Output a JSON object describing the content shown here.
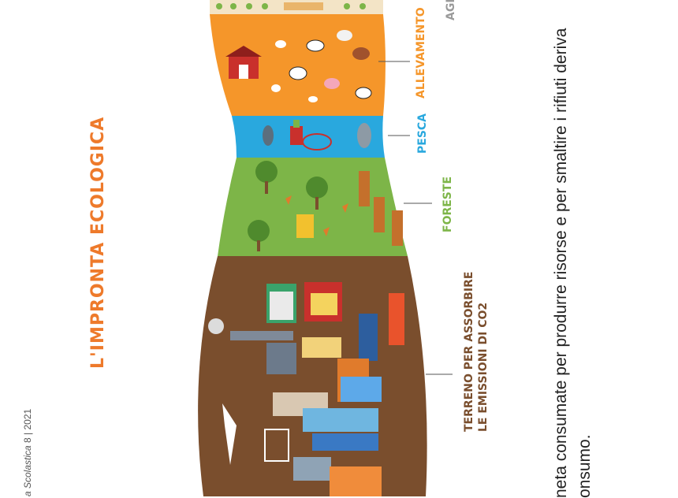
{
  "title": "L'IMPRONTA ECOLOGICA",
  "footer": {
    "prefix": "a Scolastica",
    "issue": "8 | 2021"
  },
  "body_text": {
    "line1": "neta consumate per produrre risorse e per smaltire i rifiuti deriva",
    "line2": "onsumo."
  },
  "sections": {
    "agricoltura": "AGR",
    "allevamento": "ALLEVAMENTO",
    "pesca": "PESCA",
    "foreste": "FORESTE",
    "terreno_line1": "TERRENO PER ASSORBIRE",
    "terreno_line2": "LE EMISSIONI DI CO2"
  },
  "colors": {
    "title": "#ee7a2b",
    "allevamento": "#f5962a",
    "pesca": "#29a8de",
    "foreste": "#7db548",
    "terreno": "#7a4e2d"
  }
}
